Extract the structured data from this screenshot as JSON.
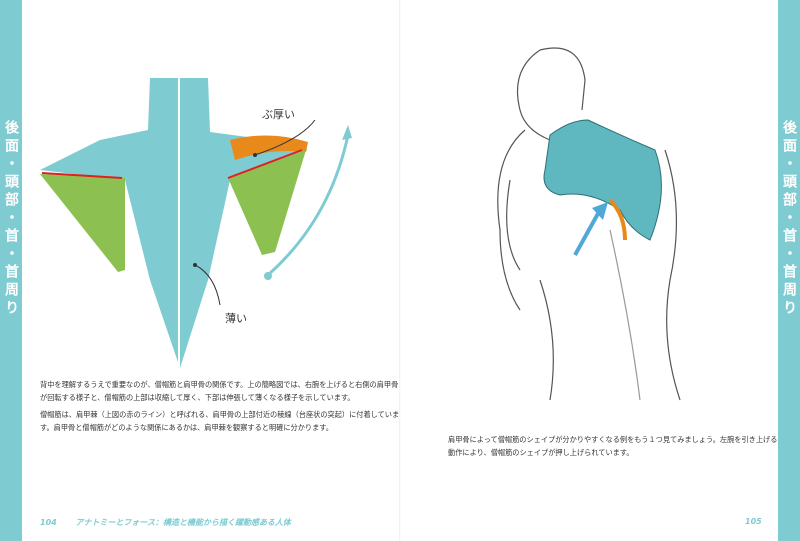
{
  "left_page": {
    "side_tab": "後面・頭部・首・首周り",
    "diagram": {
      "label_thick": "ぶ厚い",
      "label_thin": "薄い"
    },
    "paragraphs": [
      "背中を理解するうえで重要なのが、僧帽筋と肩甲骨の関係です。上の簡略図では、右腕を上げると右側の肩甲骨が回転する様子と、僧帽筋の上部は収縮して厚く、下部は伸張して薄くなる様子を示しています。",
      "僧帽筋は、肩甲棘（上図の赤のライン）と呼ばれる、肩甲骨の上部付近の稜線（台座状の突起）に付着しています。肩甲骨と僧帽筋がどのような関係にあるかは、肩甲棘を観察すると明確に分かります。"
    ],
    "page_number": "104",
    "running_title": "アナトミーとフォース：構造と機能から描く躍動感ある人体"
  },
  "right_page": {
    "side_tab": "後面・頭部・首・首周り",
    "paragraph": "肩甲骨によって僧帽筋のシェイプが分かりやすくなる例をもう１つ見てみましょう。左腕を引き上げる動作により、僧帽筋のシェイプが押し上げられています。",
    "page_number": "105"
  },
  "colors": {
    "accent": "#7ecbd2",
    "muscle": "#7ecbd2",
    "scapula": "#8cc152",
    "spine_line": "#e02020",
    "thick": "#e8891c"
  }
}
